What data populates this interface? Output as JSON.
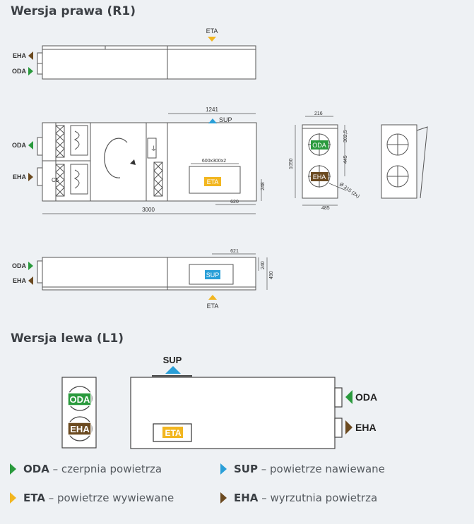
{
  "titles": {
    "right": "Wersja prawa (R1)",
    "left": "Wersja lewa (L1)"
  },
  "labels": {
    "eta": "ETA",
    "sup": "SUP",
    "oda": "ODA",
    "eha": "EHA",
    "c5": "C5"
  },
  "dims": {
    "d1241": "1241",
    "d600": "600x300x2",
    "d620": "620",
    "d248": "248",
    "d3000": "3000",
    "d216": "216",
    "d3025": "302,5",
    "d445": "445",
    "d1050": "1050",
    "d485": "485",
    "d315": "Ø 315 (2x)",
    "d621": "621",
    "d240": "240",
    "d490": "490"
  },
  "legend": [
    {
      "code": "ODA",
      "sep": " – ",
      "text": "czerpnia powietrza",
      "color": "#2a9a3d"
    },
    {
      "code": "SUP",
      "sep": " – ",
      "text": "powietrze nawiewane",
      "color": "#2a9fd8"
    },
    {
      "code": "ETA",
      "sep": " – ",
      "text": "powietrze wywiewane",
      "color": "#f2b620"
    },
    {
      "code": "EHA",
      "sep": " – ",
      "text": "wyrzutnia powietrza",
      "color": "#6b4a20"
    }
  ],
  "colors": {
    "oda": "#2a9a3d",
    "sup": "#2a9fd8",
    "eta": "#f2b620",
    "eha": "#6b4a20"
  }
}
